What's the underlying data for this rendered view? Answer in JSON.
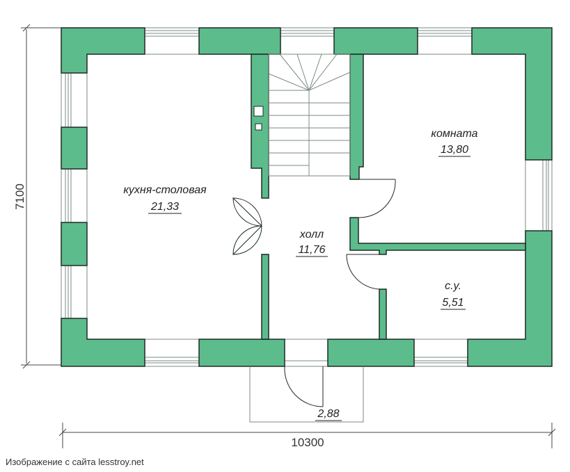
{
  "colors": {
    "wall_fill": "#5cbc8c",
    "wall_stroke": "#1e2a24",
    "thin_line": "#7a8a80",
    "dim_line": "#444444",
    "background": "#ffffff"
  },
  "dimensions": {
    "width_label": "10300",
    "height_label": "7100"
  },
  "rooms": {
    "kitchen": {
      "name": "кухня-столовая",
      "area": "21,33"
    },
    "room": {
      "name": "комната",
      "area": "13,80"
    },
    "hall": {
      "name": "холл",
      "area": "11,76"
    },
    "bathroom": {
      "name": "с.у.",
      "area": "5,51"
    },
    "porch": {
      "area": "2,88"
    }
  },
  "credit": "Изображение с сайта lesstroy.net"
}
